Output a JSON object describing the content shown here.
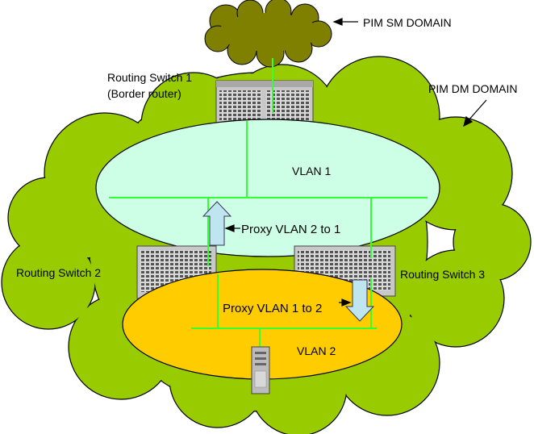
{
  "labels": {
    "pim_sm_domain": "PIM SM DOMAIN",
    "pim_dm_domain": "PIM DM DOMAIN",
    "routing_switch_1_line1": "Routing Switch 1",
    "routing_switch_1_line2": "(Border router)",
    "routing_switch_2": "Routing Switch 2",
    "routing_switch_3": "Routing Switch 3",
    "vlan_1": "VLAN 1",
    "vlan_2": "VLAN 2",
    "proxy_2_to_1": "Proxy VLAN 2 to 1",
    "proxy_1_to_2": "Proxy VLAN 1 to 2"
  },
  "colors": {
    "dm_cloud_fill": "#99cc00",
    "sm_cloud_fill": "#808000",
    "vlan1_fill": "#ccffe6",
    "vlan2_fill": "#ffcc00",
    "link_green": "#33ff33",
    "proxy_arrow_fill": "#bfe6f0",
    "switch_body": "#c8c8c8"
  }
}
